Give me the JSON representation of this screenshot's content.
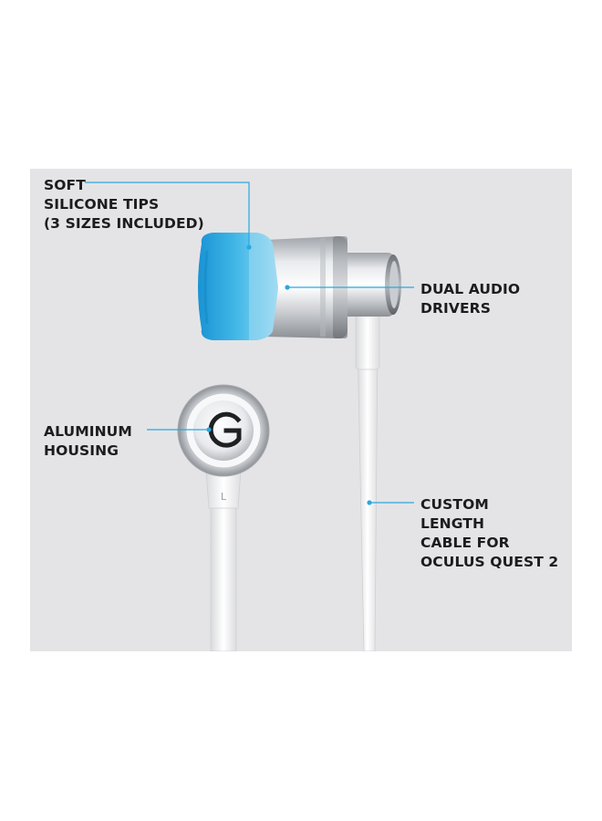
{
  "callouts": {
    "silicone_tips": {
      "lines": [
        "SOFT",
        "SILICONE TIPS",
        "(3 SIZES INCLUDED)"
      ]
    },
    "audio_drivers": {
      "lines": [
        "DUAL AUDIO",
        "DRIVERS"
      ]
    },
    "aluminum_housing": {
      "lines": [
        "ALUMINUM",
        "HOUSING"
      ]
    },
    "cable": {
      "lines": [
        "CUSTOM",
        "LENGTH",
        "CABLE FOR",
        "OCULUS QUEST 2"
      ]
    }
  },
  "product": {
    "logo_glyph": "G",
    "side_marking": "L"
  },
  "colors": {
    "background_panel": "#e4e4e6",
    "eartip_blue": "#3fb6e6",
    "leader_line": "#2aa8e0",
    "label_text": "#1c1c1e"
  }
}
